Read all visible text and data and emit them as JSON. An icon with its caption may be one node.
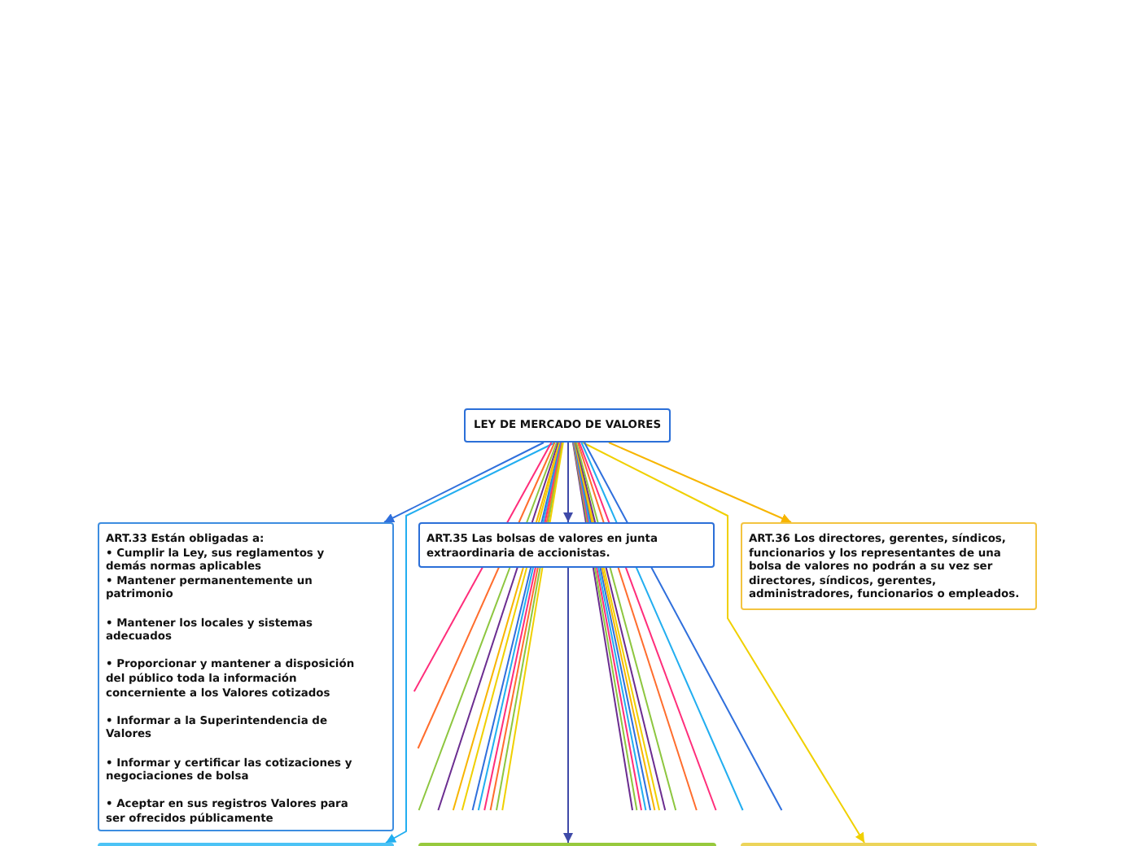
{
  "diagram": {
    "nodes": [
      {
        "text": [
          "LEY DE MERCADO DE VALORES"
        ]
      },
      {
        "text": [
          "ART.33 Están obligadas a:",
          "• Cumplir la Ley, sus reglamentos y demás normas aplicables",
          "• Mantener permanentemente un patrimonio",
          "• Mantener los locales y sistemas adecuados",
          "• Proporcionar y mantener a disposición del público toda la información concerniente a los Valores cotizados",
          "• Informar a la Superintendencia de Valores",
          "• Informar y certificar las cotizaciones y negociaciones de bolsa",
          "• Aceptar en sus registros Valores para ser ofrecidos públicamente"
        ]
      },
      {
        "text": [
          "ART.35 Las bolsas de valores en junta extraordinaria de accionistas."
        ]
      },
      {
        "text": [
          "ART.36 Los directores, gerentes, síndicos, funcionarios y los representantes de una bolsa de valores no podrán a su vez ser directores, síndicos, gerentes, administradores, funcionarios o empleados."
        ]
      },
      {
        "text": [],
        "shape": "box"
      },
      {
        "text": [],
        "shape": "box"
      },
      {
        "text": [],
        "shape": "box"
      }
    ],
    "edges": [
      {
        "from": 0,
        "to": 1,
        "arrow": "to",
        "color": "#2f6fdc"
      },
      {
        "from": 0,
        "to": 2,
        "arrow": "to",
        "color": "#3f4aa8"
      },
      {
        "from": 0,
        "to": 3,
        "arrow": "to",
        "color": "#f7b500"
      },
      {
        "from": 0,
        "to": 4,
        "arrow": "to",
        "color": "#22aef0"
      },
      {
        "from": 2,
        "to": 5,
        "arrow": "to",
        "color": "#3f4aa8"
      },
      {
        "from": 0,
        "to": 6,
        "arrow": "to",
        "color": "#f0d000"
      },
      {
        "from": 0,
        "to": null,
        "arrow": "none",
        "color": "#ff2d7a"
      },
      {
        "from": 0,
        "to": null,
        "arrow": "none",
        "color": "#ff6d2d"
      },
      {
        "from": 0,
        "to": null,
        "arrow": "none",
        "color": "#8dc63f"
      },
      {
        "from": 0,
        "to": null,
        "arrow": "none",
        "color": "#6b2d90"
      },
      {
        "from": 0,
        "to": null,
        "arrow": "none",
        "color": "#f7b500"
      },
      {
        "from": 0,
        "to": null,
        "arrow": "none",
        "color": "#f0d000"
      },
      {
        "from": 0,
        "to": null,
        "arrow": "none",
        "color": "#2f6fdc"
      },
      {
        "from": 0,
        "to": null,
        "arrow": "none",
        "color": "#22aef0"
      },
      {
        "from": 0,
        "to": null,
        "arrow": "none",
        "color": "#ff2d7a"
      },
      {
        "from": 0,
        "to": null,
        "arrow": "none",
        "color": "#ff6d2d"
      },
      {
        "from": 0,
        "to": null,
        "arrow": "none",
        "color": "#8dc63f"
      },
      {
        "from": 0,
        "to": null,
        "arrow": "none",
        "color": "#f0d000"
      },
      {
        "from": 0,
        "to": null,
        "arrow": "none",
        "color": "#6b2d90"
      },
      {
        "from": 0,
        "to": null,
        "arrow": "none",
        "color": "#8dc63f"
      },
      {
        "from": 0,
        "to": null,
        "arrow": "none",
        "color": "#ff2d7a"
      },
      {
        "from": 0,
        "to": null,
        "arrow": "none",
        "color": "#22aef0"
      },
      {
        "from": 0,
        "to": null,
        "arrow": "none",
        "color": "#2f6fdc"
      },
      {
        "from": 0,
        "to": null,
        "arrow": "none",
        "color": "#f7b500"
      },
      {
        "from": 0,
        "to": null,
        "arrow": "none",
        "color": "#f0d000"
      },
      {
        "from": 0,
        "to": null,
        "arrow": "none",
        "color": "#6b2d90"
      },
      {
        "from": 0,
        "to": null,
        "arrow": "none",
        "color": "#8dc63f"
      },
      {
        "from": 0,
        "to": null,
        "arrow": "none",
        "color": "#ff6d2d"
      },
      {
        "from": 0,
        "to": null,
        "arrow": "none",
        "color": "#ff2d7a"
      },
      {
        "from": 0,
        "to": null,
        "arrow": "none",
        "color": "#22aef0"
      },
      {
        "from": 0,
        "to": null,
        "arrow": "none",
        "color": "#2f6fdc"
      }
    ]
  }
}
